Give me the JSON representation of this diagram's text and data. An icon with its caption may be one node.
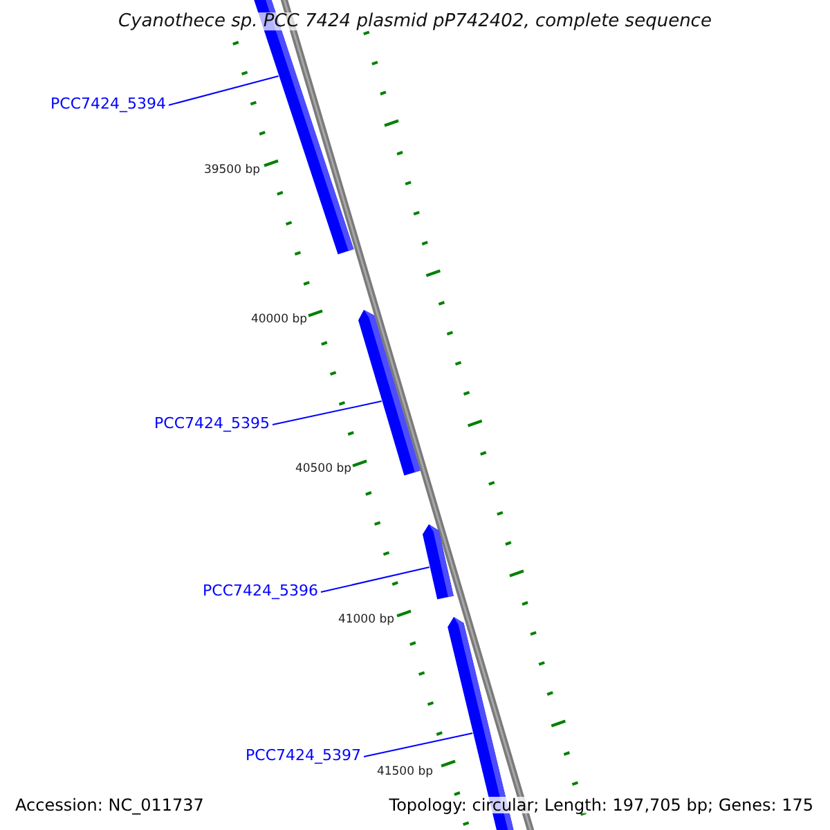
{
  "diagram": {
    "title": "Cyanothece sp. PCC 7424 plasmid pP742402, complete sequence",
    "nodes": [
      {
        "text": [
          "PCC7424_5394"
        ]
      },
      {
        "text": [
          "PCC7424_5395"
        ]
      },
      {
        "text": [
          "PCC7424_5396"
        ]
      },
      {
        "text": [
          "PCC7424_5397"
        ]
      },
      {
        "text": [],
        "shape": "bar"
      },
      {
        "text": [],
        "shape": "bar"
      },
      {
        "text": [],
        "shape": "bar"
      },
      {
        "text": [],
        "shape": "bar"
      }
    ],
    "edges": [
      {
        "from": 0,
        "to": 4,
        "arrow": "none"
      },
      {
        "from": 1,
        "to": 5,
        "arrow": "none"
      },
      {
        "from": 2,
        "to": 6,
        "arrow": "none"
      },
      {
        "from": 3,
        "to": 7,
        "arrow": "none"
      }
    ],
    "labels": [
      "39500 bp",
      "40000 bp",
      "40500 bp",
      "41000 bp",
      "41500 bp",
      "Accession: NC_011737",
      "Topology: circular; Length: 197,705 bp; Genes: 175"
    ]
  }
}
